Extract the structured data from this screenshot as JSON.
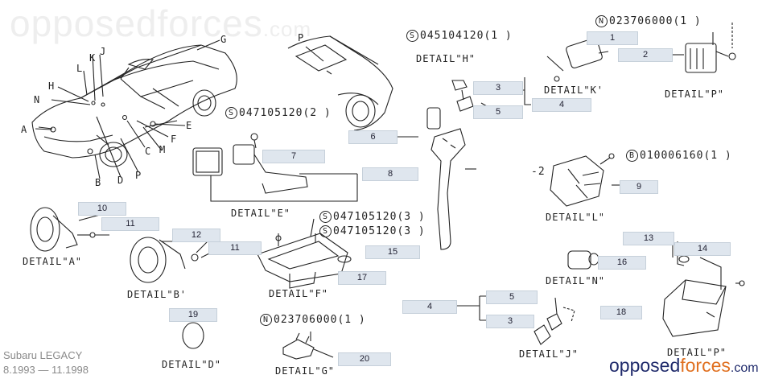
{
  "watermark": {
    "main": "opposedforces",
    "suffix": ".com"
  },
  "car_labels": [
    "A",
    "B",
    "C",
    "D",
    "E",
    "F",
    "G",
    "H",
    "J",
    "K",
    "L",
    "M",
    "N",
    "P"
  ],
  "part_numbers": {
    "pn_h": {
      "prefix": "S",
      "text": "045104120(1  )"
    },
    "pn_k": {
      "prefix": "N",
      "text": "023706000(1  )"
    },
    "pn_e": {
      "prefix": "S",
      "text": "047105120(2  )"
    },
    "pn_l": {
      "prefix": "B",
      "text": "010006160(1  )"
    },
    "pn_f1": {
      "prefix": "S",
      "text": "047105120(3  )"
    },
    "pn_f2": {
      "prefix": "S",
      "text": "047105120(3  )"
    },
    "pn_g": {
      "prefix": "N",
      "text": "023706000(1  )"
    }
  },
  "details": {
    "h": "DETAIL\"H\"",
    "k": "DETAIL\"K'",
    "p_top": "DETAIL\"P\"",
    "e": "DETAIL\"E\"",
    "l": "DETAIL\"L\"",
    "a": "DETAIL\"A\"",
    "b": "DETAIL\"B'",
    "f": "DETAIL\"F\"",
    "n": "DETAIL\"N\"",
    "d": "DETAIL\"D\"",
    "g": "DETAIL\"G\"",
    "j": "DETAIL\"J\"",
    "p_bottom": "DETAIL\"P\""
  },
  "callouts": {
    "c1": "1",
    "c2": "2",
    "c3": "3",
    "c4": "4",
    "c5": "5",
    "c6": "6",
    "c7": "7",
    "c8": "8",
    "c9": "9",
    "c10": "10",
    "c11a": "11",
    "c11b": "11",
    "c12": "12",
    "c13": "13",
    "c14": "14",
    "c15": "15",
    "c16": "16",
    "c17": "17",
    "c18": "18",
    "c19": "19",
    "c20": "20",
    "c4b": "4",
    "c5b": "5",
    "c3b": "3"
  },
  "minus_two": "-2",
  "footer": {
    "model": "Subaru LEGACY",
    "years": "8.1993 — 11.1998",
    "brand_a": "opposed",
    "brand_b": "forces",
    "brand_c": ".com"
  }
}
